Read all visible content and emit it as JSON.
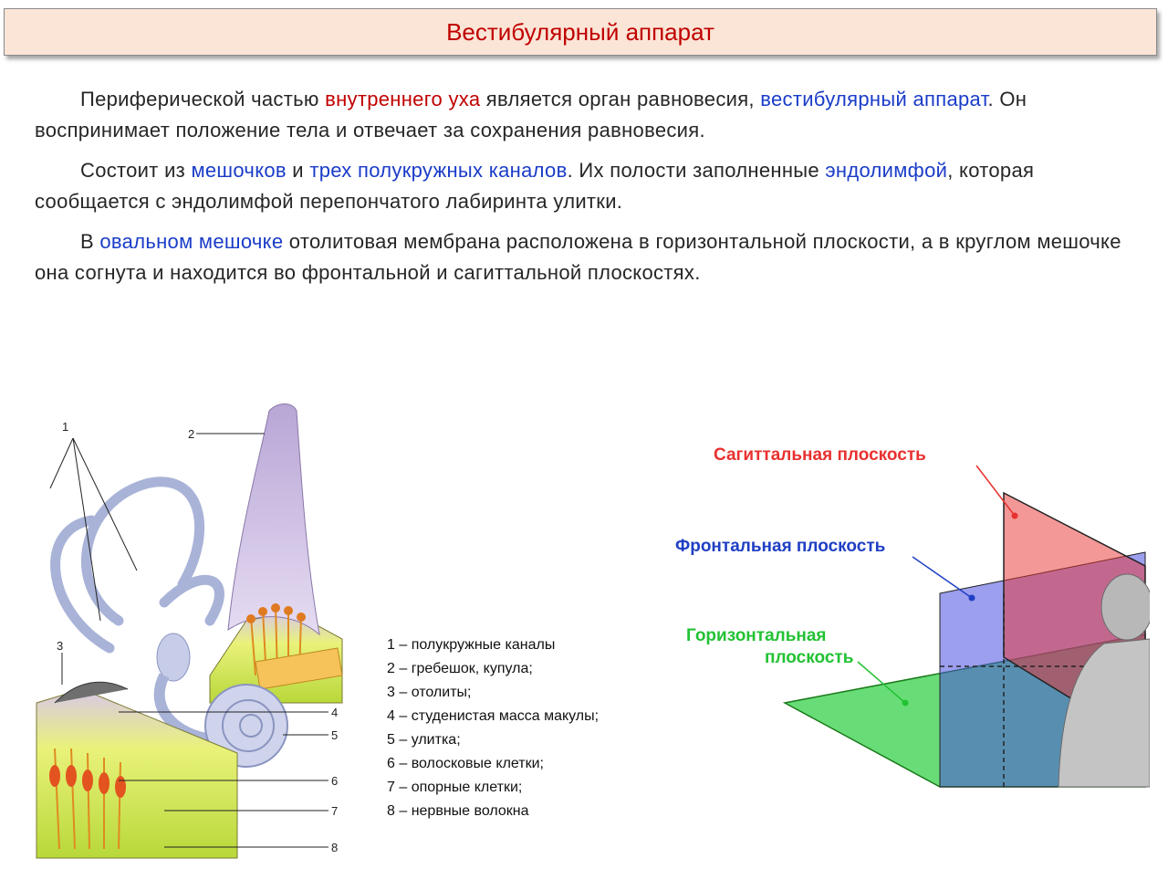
{
  "header": {
    "title": "Вестибулярный аппарат"
  },
  "paragraphs": {
    "p1": {
      "t1": "Периферической частью ",
      "t2": "внутреннего уха",
      "t3": " является орган равновесия, ",
      "t4": "вестибулярный аппарат",
      "t5": ". Он воспринимает положение тела и отвечает за сохранения равновесия."
    },
    "p2": {
      "t1": "Состоит из ",
      "t2": "мешочков",
      "t3": " и ",
      "t4": "трех полукружных каналов",
      "t5": ". Их полости заполненные ",
      "t6": "эндолимфой",
      "t7": ", которая сообщается с эндолимфой перепончатого лабиринта улитки."
    },
    "p3": {
      "t1": "В ",
      "t2": "овальном мешочке",
      "t3": " отолитовая мембрана расположена в горизонтальной плоскости, а в круглом мешочке она согнута и находится во фронтальной и сагиттальной плоскостях."
    }
  },
  "ear_figure": {
    "callouts": [
      "1",
      "2",
      "3",
      "4",
      "5",
      "6",
      "7",
      "8"
    ]
  },
  "legend": [
    "1 – полукружные каналы",
    "2 – гребешок, купула;",
    "3 – отолиты;",
    "4 – студенистая масса макулы;",
    "5 – улитка;",
    "6 – волосковые клетки;",
    "7 – опорные клетки;",
    "8 – нервные волокна"
  ],
  "planes_figure": {
    "sagittal_label": "Сагиттальная плоскость",
    "frontal_label": "Фронтальная плоскость",
    "horizontal_label_1": "Горизонтальная",
    "horizontal_label_2": "плоскость",
    "colors": {
      "sagittal": "#e8312f",
      "frontal": "#1f3fc4",
      "horizontal": "#22c234"
    }
  },
  "colors": {
    "accent_red": "#c00000",
    "accent_blue": "#1a3cc8",
    "title_bg": "#fbe5d6"
  }
}
